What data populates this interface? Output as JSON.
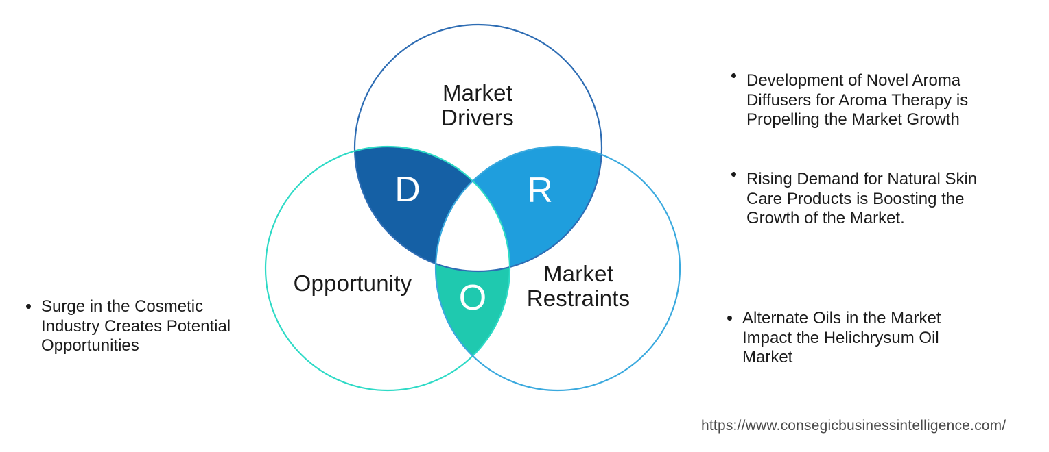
{
  "venn": {
    "circles": {
      "drivers": {
        "label": "Market Drivers",
        "stroke": "#2d6cb3"
      },
      "opportunity": {
        "label": "Opportunity",
        "stroke": "#2edac6"
      },
      "restraints": {
        "label": "Market Restraints",
        "stroke": "#3aa9de"
      }
    },
    "regions": {
      "d": {
        "letter": "D",
        "color": "#1560a5",
        "meaning": "Drivers"
      },
      "r": {
        "letter": "R",
        "color": "#1f9edd",
        "meaning": "Restraints"
      },
      "o": {
        "letter": "O",
        "color": "#1fc9af",
        "meaning": "Opportunity"
      }
    }
  },
  "bullets": {
    "left": [
      {
        "text": "Surge in the Cosmetic Industry Creates Potential Opportunities"
      }
    ],
    "right": [
      {
        "text": "Development of Novel Aroma Diffusers for Aroma Therapy is Propelling the Market Growth"
      },
      {
        "text": "Rising Demand for Natural Skin Care Products is Boosting the Growth of the Market."
      },
      {
        "text": "Alternate Oils in the Market Impact the Helichrysum Oil Market"
      }
    ]
  },
  "footer": {
    "url": "https://www.consegicbusinessintelligence.com/"
  },
  "colors": {
    "label_text": "#1a1a1a",
    "bullet_text": "#1b1b1b",
    "url_text": "#4a4a4a",
    "letter_text": "#ffffff",
    "background": "#ffffff"
  }
}
